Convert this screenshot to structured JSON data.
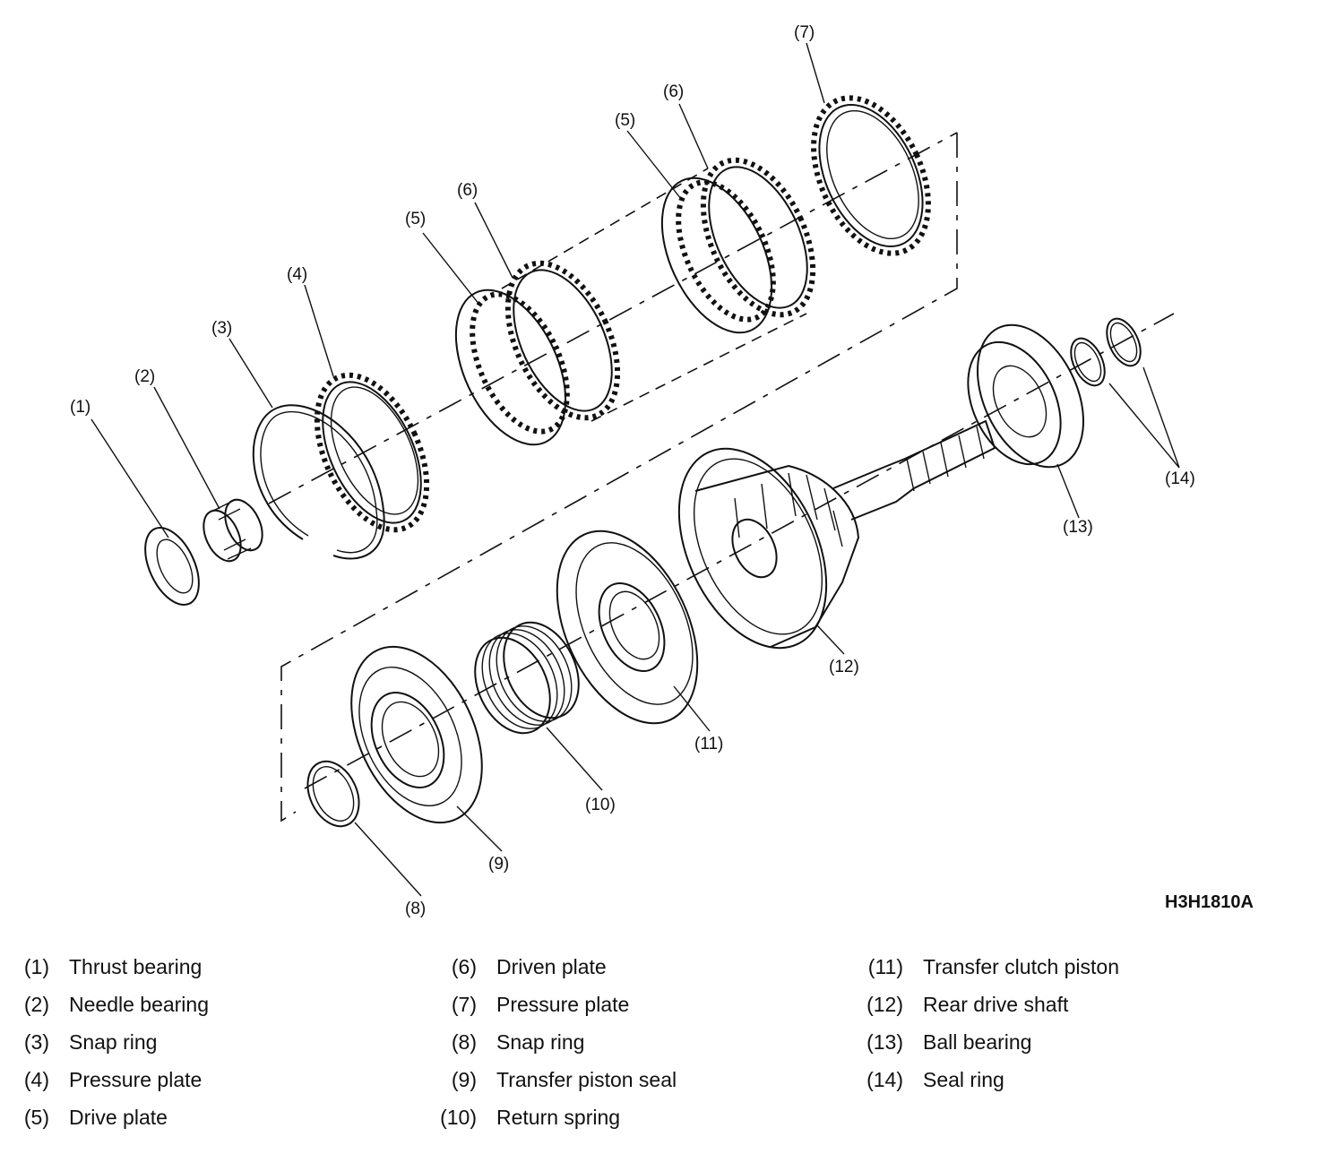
{
  "figure_code": "H3H1810A",
  "callouts": [
    "(1)",
    "(2)",
    "(3)",
    "(4)",
    "(5)",
    "(6)",
    "(5)",
    "(6)",
    "(7)",
    "(8)",
    "(9)",
    "(10)",
    "(11)",
    "(12)",
    "(13)",
    "(14)"
  ],
  "legend": [
    [
      {
        "num": "(1)",
        "label": "Thrust bearing"
      },
      {
        "num": "(2)",
        "label": "Needle bearing"
      },
      {
        "num": "(3)",
        "label": "Snap ring"
      },
      {
        "num": "(4)",
        "label": "Pressure plate"
      },
      {
        "num": "(5)",
        "label": "Drive plate"
      }
    ],
    [
      {
        "num": "(6)",
        "label": "Driven plate"
      },
      {
        "num": "(7)",
        "label": "Pressure plate"
      },
      {
        "num": "(8)",
        "label": "Snap ring"
      },
      {
        "num": "(9)",
        "label": "Transfer piston seal"
      },
      {
        "num": "(10)",
        "label": "Return spring"
      }
    ],
    [
      {
        "num": "(11)",
        "label": "Transfer clutch piston"
      },
      {
        "num": "(12)",
        "label": "Rear drive shaft"
      },
      {
        "num": "(13)",
        "label": "Ball bearing"
      },
      {
        "num": "(14)",
        "label": "Seal ring"
      }
    ]
  ]
}
